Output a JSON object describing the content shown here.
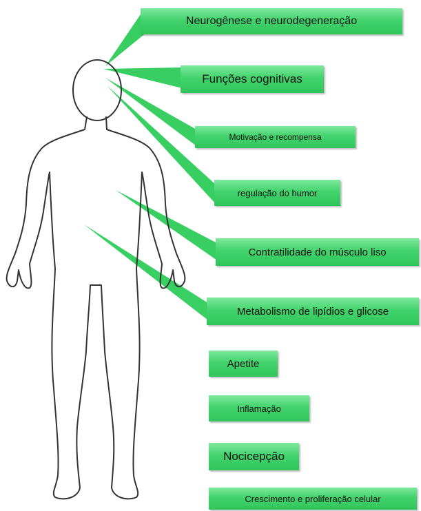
{
  "labels": [
    {
      "id": "neurogenesis",
      "text": "Neurogênese e neurodegeneração"
    },
    {
      "id": "cognitive",
      "text": "Funções cognitivas"
    },
    {
      "id": "motivation",
      "text": "Motivação e recompensa"
    },
    {
      "id": "mood",
      "text": "regulação do humor"
    },
    {
      "id": "smooth-muscle",
      "text": "Contratilidade do músculo liso"
    },
    {
      "id": "metabolism",
      "text": "Metabolismo de lipídios e glicose"
    },
    {
      "id": "appetite",
      "text": "Apetite"
    },
    {
      "id": "inflammation",
      "text": "Inflamação"
    },
    {
      "id": "nociception",
      "text": "Nocicepção"
    },
    {
      "id": "growth",
      "text": "Crescimento e proliferação celular"
    }
  ],
  "colors": {
    "accent_green": "#3fd066",
    "connector_green": "#2ecc5a",
    "outline": "#333333"
  }
}
